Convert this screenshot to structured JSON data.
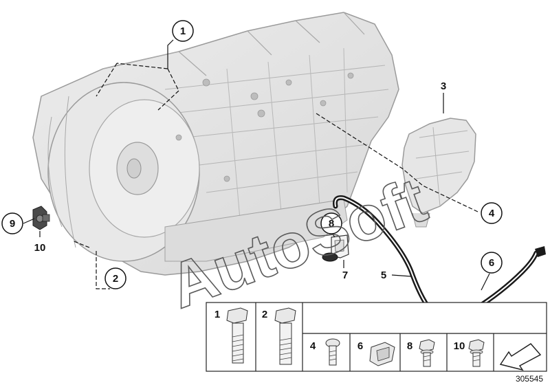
{
  "callouts": {
    "c1": "1",
    "c2": "2",
    "c3": "3",
    "c4": "4",
    "c5": "5",
    "c6": "6",
    "c7": "7",
    "c8": "8",
    "c9": "9",
    "c10": "10"
  },
  "parts_table": {
    "cells": [
      "1",
      "2",
      "4",
      "6",
      "8",
      "10"
    ]
  },
  "watermark": "AutoSoft",
  "reference_number": "305545",
  "colors": {
    "housing_fill": "#e4e4e4",
    "housing_stroke": "#9a9a9a",
    "hose": "#111111",
    "line": "#111111"
  }
}
